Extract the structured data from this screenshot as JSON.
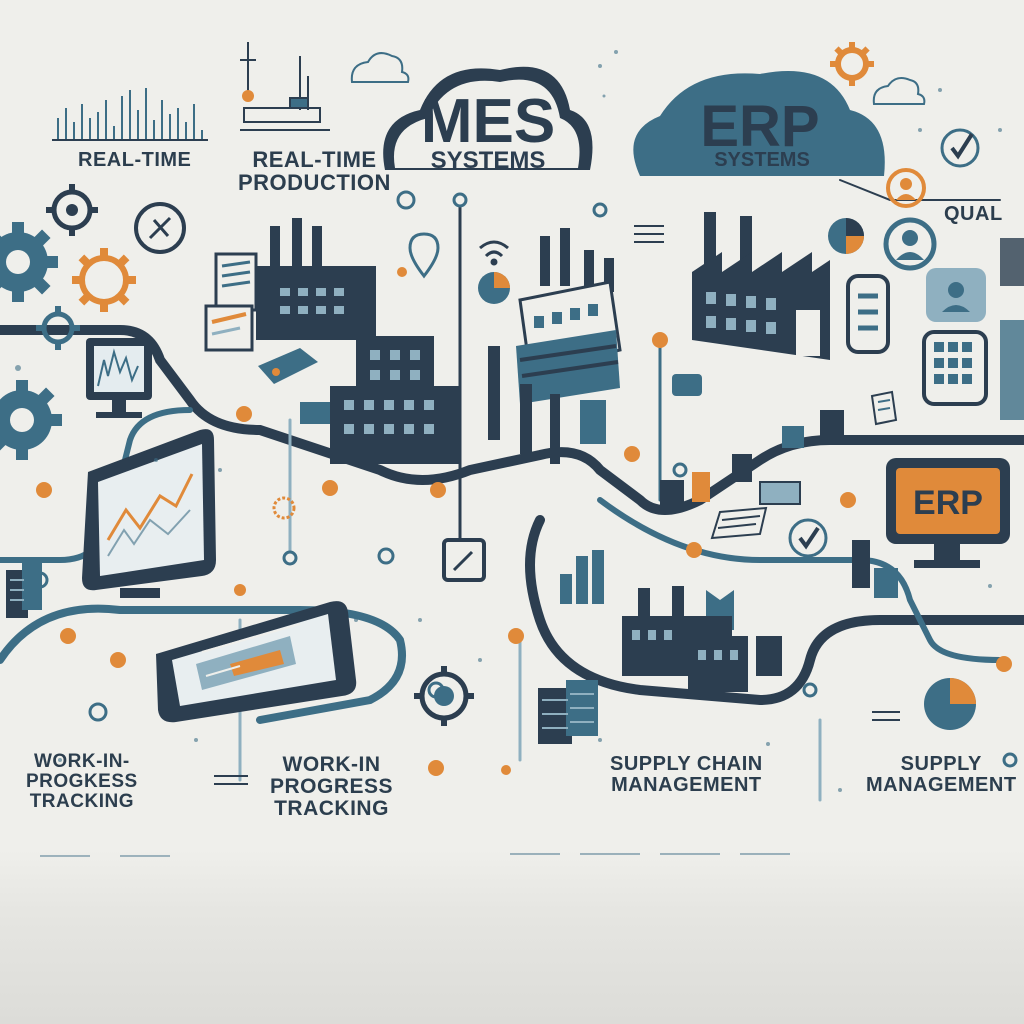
{
  "clouds": {
    "mes": {
      "title": "MES",
      "subtitle": "SYSTEMS"
    },
    "erp": {
      "title": "ERP",
      "subtitle": "SYSTEMS"
    }
  },
  "labels": {
    "real_time": "REAL-TIME",
    "real_time_production_line1": "REAL-TIME",
    "real_time_production_line2": "PRODUCTION",
    "qual": "QUAL",
    "wip_left_line1": "WORK-IN-",
    "wip_left_line2": "PROGKESS",
    "wip_left_line3": "TRACKING",
    "wip_mid_line1": "WORK-IN",
    "wip_mid_line2": "PROGRESS",
    "wip_mid_line3": "TRACKING",
    "scm_line1": "SUPPLY CHAIN",
    "scm_line2": "MANAGEMENT",
    "supply_line1": "SUPPLY",
    "supply_line2": "MANAGEMENT"
  },
  "erp_monitor": {
    "label": "ERP"
  },
  "colors": {
    "navy": "#2c3e50",
    "teal": "#3d6e86",
    "light_teal": "#8fb0c0",
    "orange": "#e08a3a",
    "background": "#efefeb"
  },
  "icons": [
    "gear-icon",
    "compass-icon",
    "cloud-icon",
    "map-pin-icon",
    "wifi-icon",
    "pie-chart-icon",
    "user-icon",
    "checkmark-icon",
    "document-icon",
    "monitor-icon",
    "tablet-icon",
    "server-icon",
    "factory-icon"
  ]
}
